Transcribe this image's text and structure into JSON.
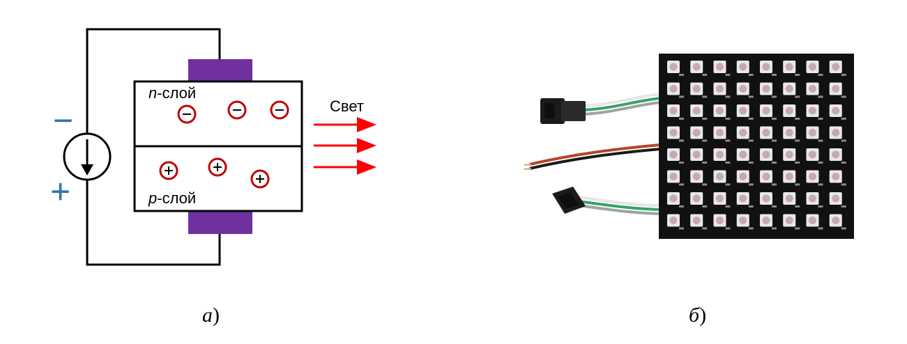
{
  "diagram_a": {
    "n_layer_prefix": "n",
    "n_layer_suffix": "-слой",
    "p_layer_prefix": "p",
    "p_layer_suffix": "-слой",
    "light_label": "Свет",
    "minus_sign": "−",
    "plus_sign": "+",
    "electron_sign": "−",
    "hole_sign": "+",
    "caption_letter": "а",
    "caption_paren": ")",
    "colors": {
      "contact": "#7030a0",
      "charge_ring": "#c00000",
      "arrow": "#ff0000",
      "polarity": "#2e75b6"
    }
  },
  "photo_b": {
    "caption_letter": "б",
    "caption_paren": ")",
    "colors": {
      "board": "#111111",
      "led_body": "#e8e8e8",
      "led_core": "#c8a7b8",
      "wire_white": "#f2f2f2",
      "wire_green": "#3aa06a",
      "wire_red": "#c0392b",
      "wire_black": "#1a1a1a",
      "connector": "#1b1b1b"
    },
    "grid_rows": 8,
    "grid_cols": 8
  }
}
